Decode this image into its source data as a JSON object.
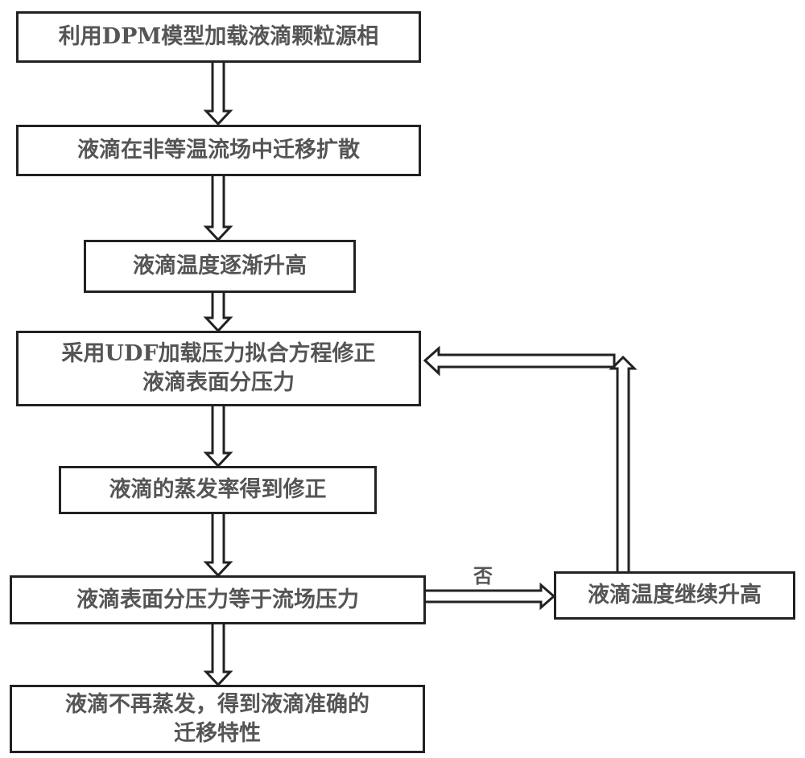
{
  "steps": [
    {
      "text": "利用DPM模型加载液滴颗粒源相"
    },
    {
      "text": "液滴在非等温流场中迁移扩散"
    },
    {
      "text": "液滴温度逐渐升高"
    },
    {
      "line1": "采用UDF加载压力拟合方程修正",
      "line2": "液滴表面分压力"
    },
    {
      "text": "液滴的蒸发率得到修正"
    },
    {
      "text": "液滴表面分压力等于流场压力"
    },
    {
      "line1": "液滴不再蒸发，得到液滴准确的",
      "line2": "迁移特性"
    }
  ],
  "side_step": {
    "text": "液滴温度继续升高"
  },
  "branch_label": "否"
}
